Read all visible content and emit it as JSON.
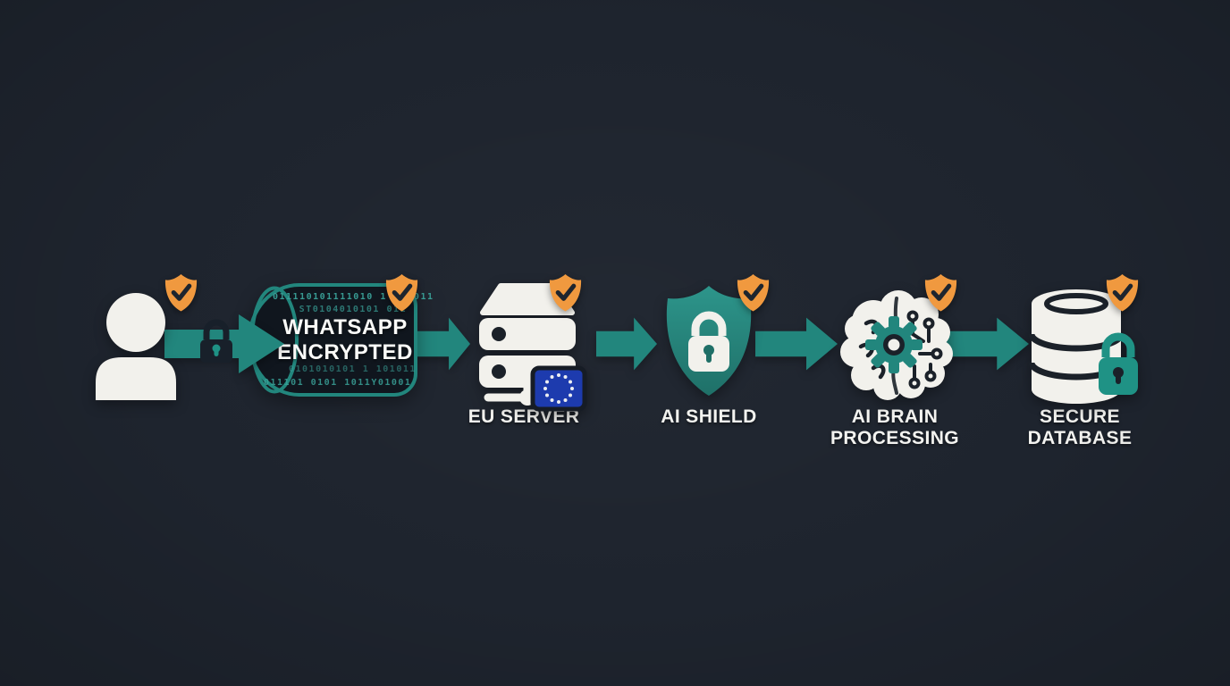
{
  "colors": {
    "background": "#1E242E",
    "teal": "#22867D",
    "teal_dark": "#1F6F67",
    "teal_bright": "#1F9285",
    "shield_teal_top": "#2D958B",
    "shield_teal_bottom": "#1F7068",
    "orange": "#F0993F",
    "icon_white": "#F2F1EC",
    "flag_blue": "#1D3BAE",
    "dark_ink": "#1B2129",
    "binary_teal": "#3AA299",
    "label_white": "#F3F3F0"
  },
  "icons": {
    "user": "user-icon",
    "verified_badge": "shield-check-icon",
    "flow_arrow": "arrow-right-icon",
    "encryption_lock": "padlock-icon",
    "eu_server": "server-eu-flag-icon",
    "ai_shield": "shield-lock-icon",
    "ai_brain": "brain-gear-icon",
    "secure_database": "database-lock-icon"
  },
  "flow": {
    "tunnel": {
      "line1": "WHATSAPP",
      "line2": "ENCRYPTED",
      "binary_rows": [
        "011110101111010 1 0 1011",
        "ST0104010101 011",
        "0101010101 1 101011",
        "011101 0101 1011Y01001"
      ]
    },
    "labels": {
      "server": "EU SERVER",
      "shield": "AI SHIELD",
      "brain_line1": "AI BRAIN",
      "brain_line2": "PROCESSING",
      "database_line1": "SECURE",
      "database_line2": "DATABASE"
    }
  }
}
